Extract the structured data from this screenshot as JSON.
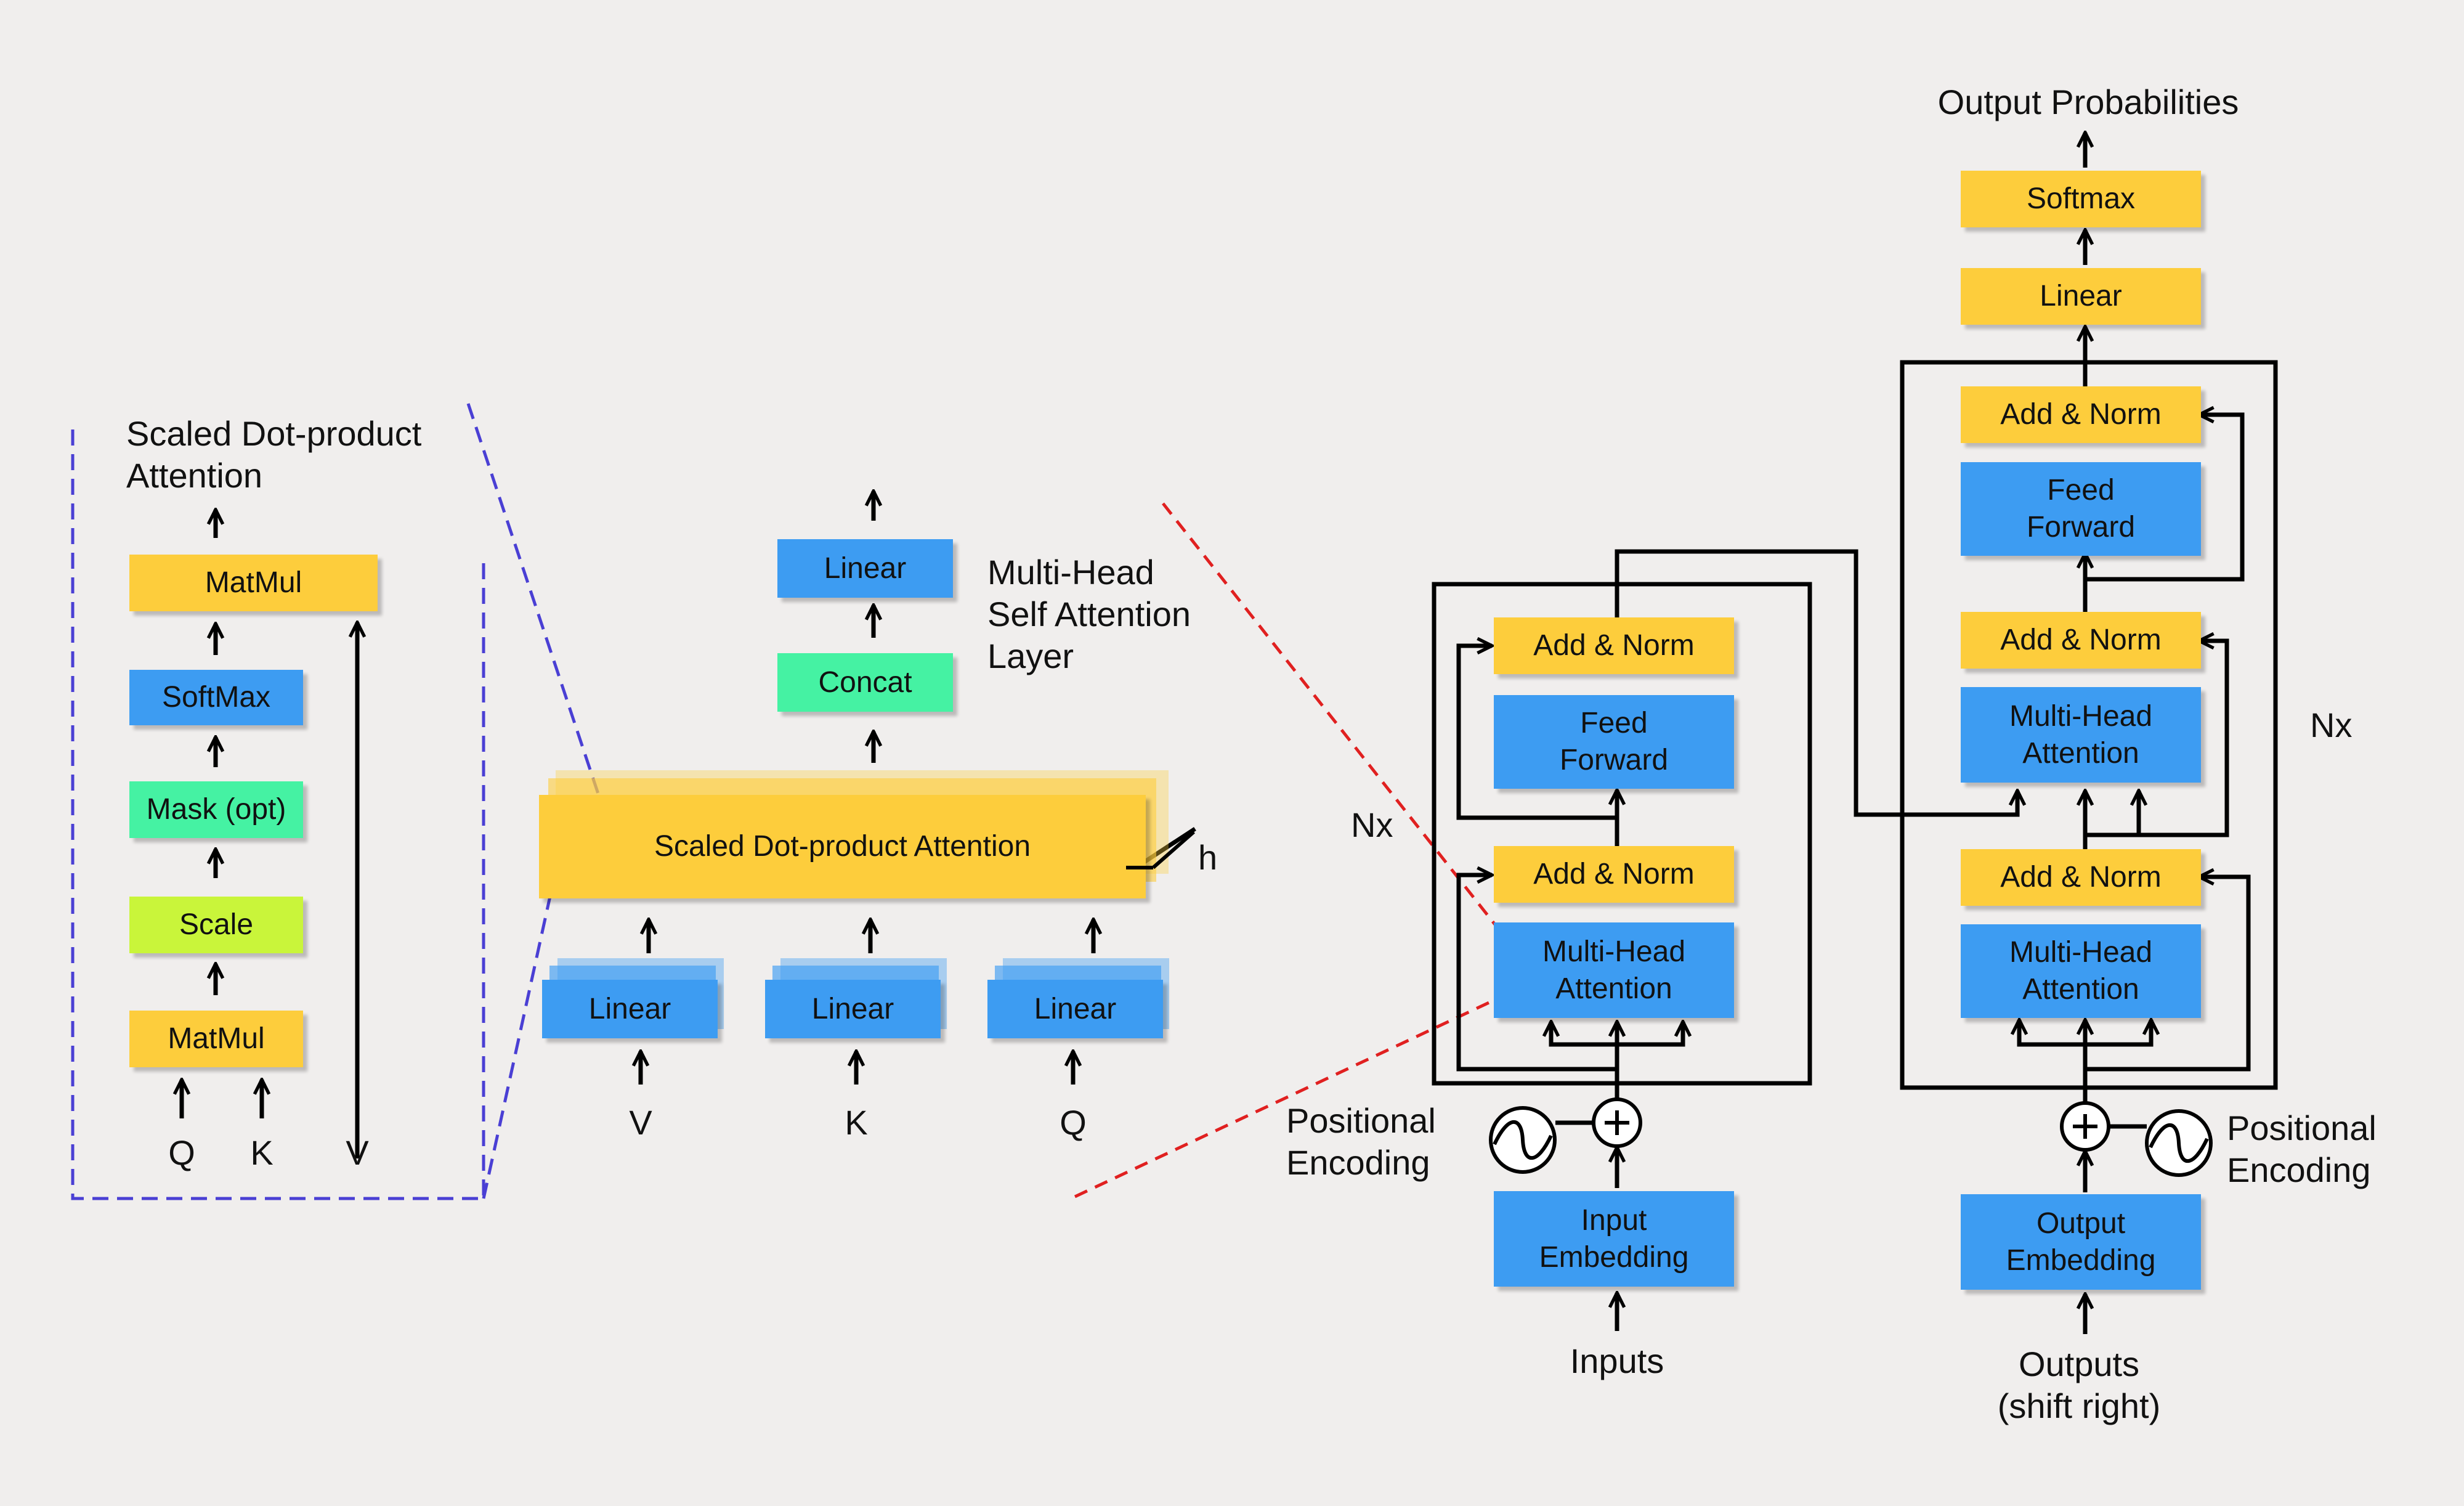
{
  "sdpa": {
    "title": "Scaled Dot-product\nAttention",
    "matmul_top": "MatMul",
    "softmax": "SoftMax",
    "mask": "Mask (opt)",
    "scale": "Scale",
    "matmul_bottom": "MatMul",
    "input_q": "Q",
    "input_k": "K",
    "input_v": "V"
  },
  "mha": {
    "title": "Multi-Head\nSelf Attention\nLayer",
    "linear_out": "Linear",
    "concat": "Concat",
    "sdpa_block": "Scaled Dot-product Attention",
    "heads_label": "h",
    "linear_v": "Linear",
    "linear_k": "Linear",
    "linear_q": "Linear",
    "input_v": "V",
    "input_k": "K",
    "input_q": "Q"
  },
  "encoder": {
    "nx": "Nx",
    "add_norm_top": "Add & Norm",
    "feed_forward": "Feed\nForward",
    "add_norm_bottom": "Add & Norm",
    "attention": "Multi-Head\nAttention",
    "positional_encoding": "Positional\nEncoding",
    "embedding": "Input\nEmbedding",
    "inputs": "Inputs"
  },
  "decoder": {
    "output_probabilities": "Output Probabilities",
    "softmax": "Softmax",
    "linear": "Linear",
    "nx": "Nx",
    "add_norm_top": "Add & Norm",
    "feed_forward": "Feed\nForward",
    "add_norm_middle": "Add & Norm",
    "cross_attention": "Multi-Head\nAttention",
    "add_norm_bottom": "Add & Norm",
    "self_attention": "Multi-Head\nAttention",
    "positional_encoding": "Positional\nEncoding",
    "embedding": "Output\nEmbedding",
    "outputs": "Outputs\n(shift right)"
  },
  "colors": {
    "yellow": "#fdcd3c",
    "blue": "#3d9cf2",
    "teal": "#45f2a3",
    "lime": "#c9f53a",
    "background": "#f0eeed",
    "zoom_line_purple": "#4a3fd4",
    "zoom_line_red": "#e02020"
  }
}
